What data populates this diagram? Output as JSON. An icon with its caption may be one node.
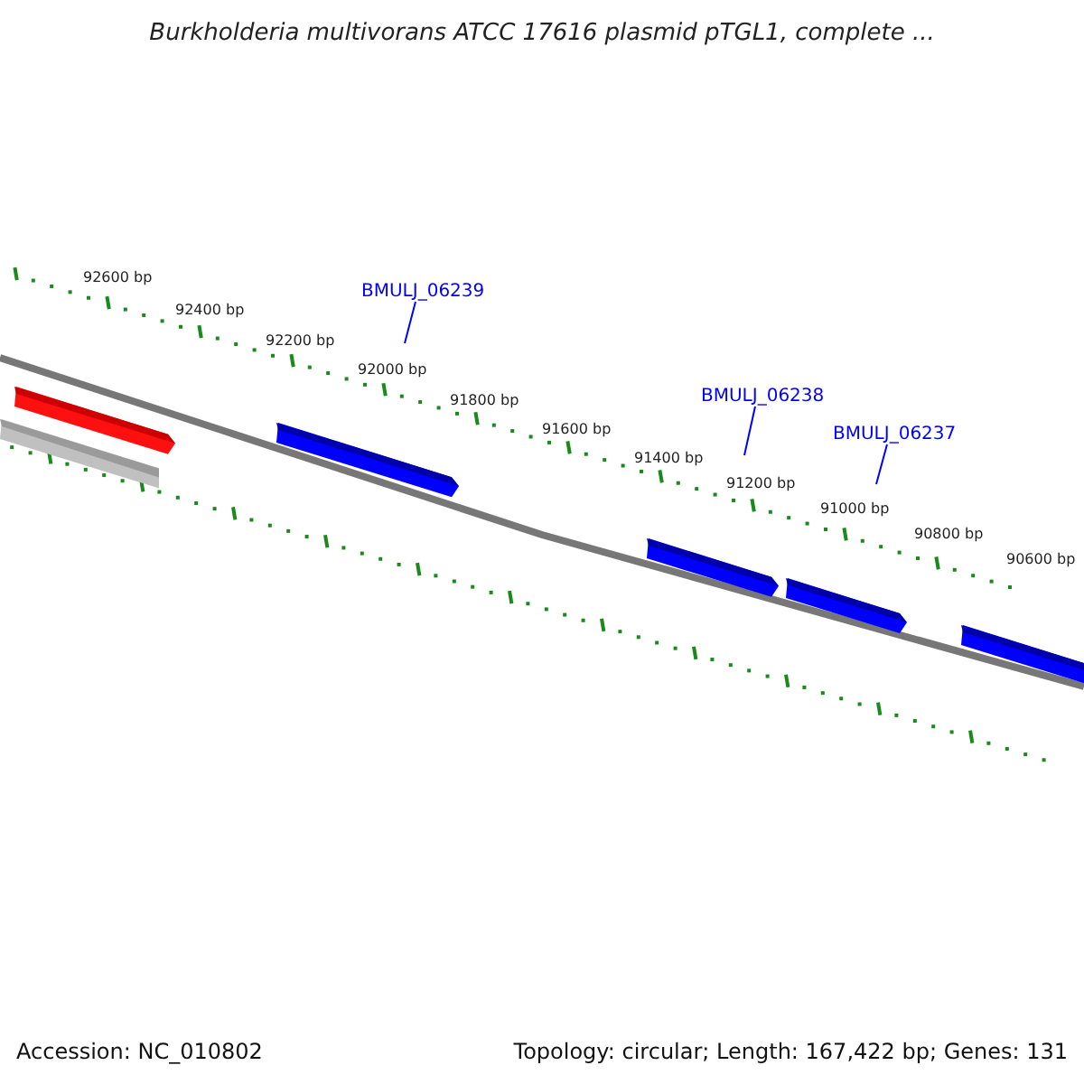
{
  "diagram": {
    "title": "Burkholderia multivorans ATCC 17616 plasmid pTGL1, complete ...",
    "nodes": [
      {
        "text": [
          "BMULJ_06239"
        ]
      },
      {
        "text": [
          "BMULJ_06238"
        ]
      },
      {
        "text": [
          "BMULJ_06237"
        ]
      }
    ],
    "edges": [
      {
        "from": 0,
        "to": null,
        "arrow": "none"
      },
      {
        "from": 1,
        "to": null,
        "arrow": "none"
      },
      {
        "from": 2,
        "to": null,
        "arrow": "none"
      }
    ],
    "labels": [
      "92600 bp",
      "92400 bp",
      "92200 bp",
      "92000 bp",
      "91800 bp",
      "91600 bp",
      "91400 bp",
      "91200 bp",
      "91000 bp",
      "90800 bp",
      "90600 bp",
      "Accession: NC_010802",
      "Topology: circular; Length: 167,422 bp; Genes: 131"
    ]
  }
}
